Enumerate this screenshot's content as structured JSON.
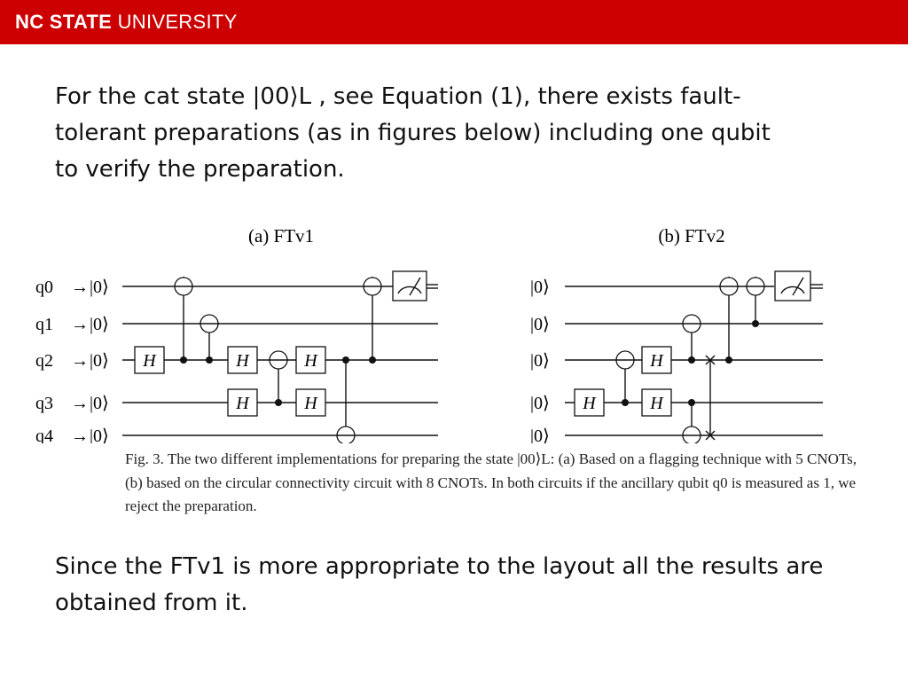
{
  "header": {
    "logo_bold": "NC STATE",
    "logo_regular": "UNIVERSITY",
    "bar_color": "#cc0000"
  },
  "intro_text": "For the cat state |00⟩L , see Equation (1), there exists fault-tolerant preparations (as in figures below) including one qubit to verify the preparation.",
  "figure": {
    "panel_a_title": "(a) FTv1",
    "panel_b_title": "(b) FTv2",
    "qubit_labels": [
      "q0",
      "q1",
      "q2",
      "q3",
      "q4"
    ],
    "ket_zero": "|0⟩",
    "arrow": "→",
    "gate_h": "H",
    "caption": "Fig. 3. The two different implementations for preparing the state |00⟩L: (a) Based on a flagging technique with 5 CNOTs, (b) based on the circular connectivity circuit with 8 CNOTs. In both circuits if the ancillary qubit q0 is measured as 1, we reject the preparation."
  },
  "conclusion_text": "Since the FTv1 is more appropriate to the layout all the results are obtained from it."
}
